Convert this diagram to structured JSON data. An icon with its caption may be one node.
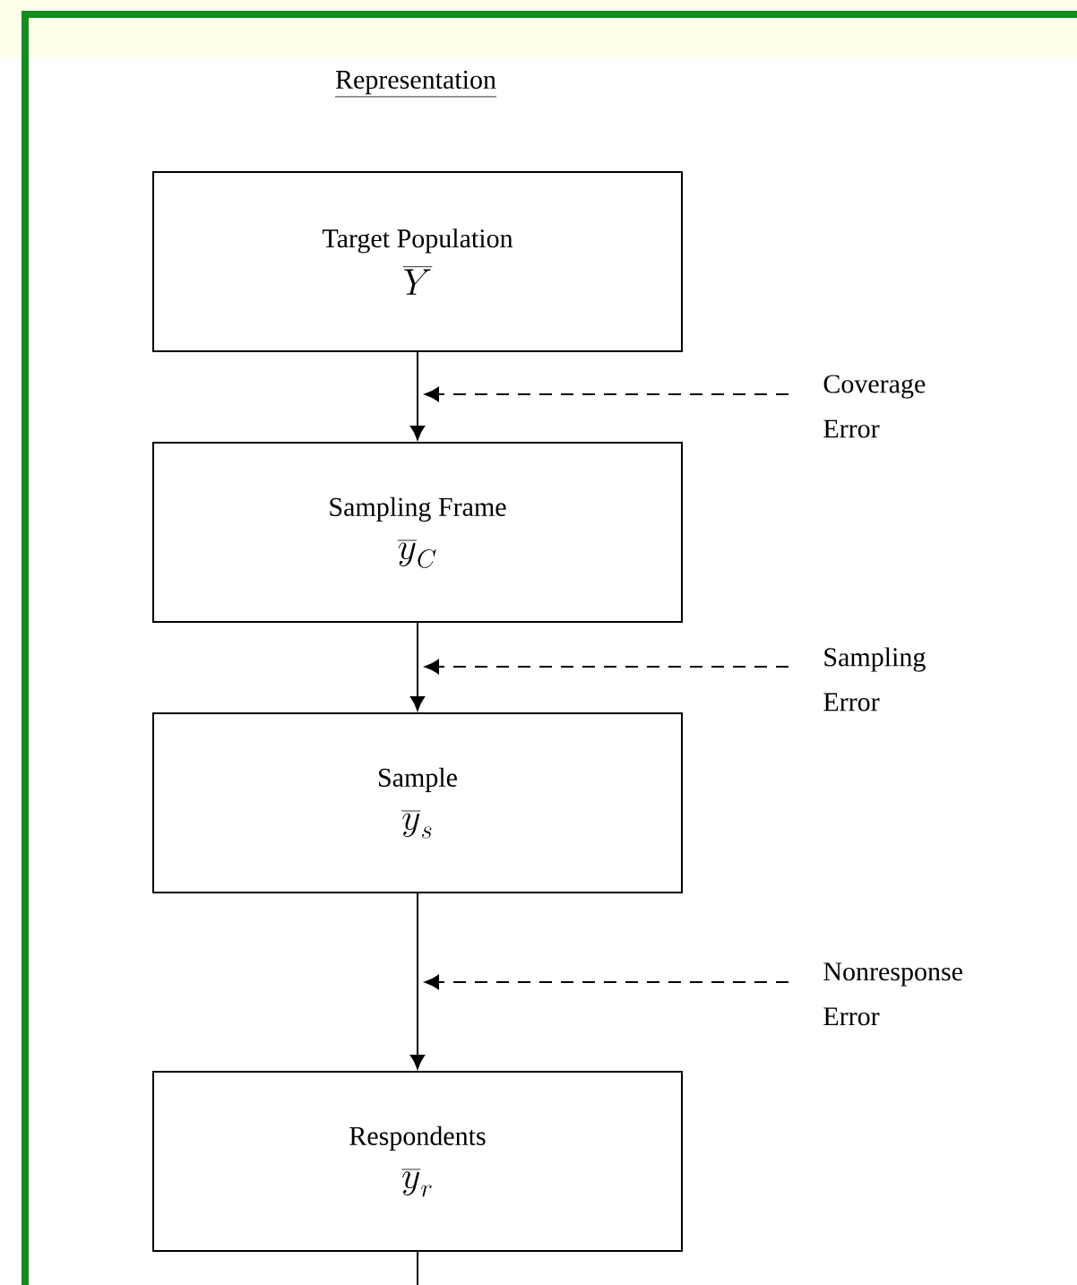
{
  "diagram": {
    "title": "Representation",
    "nodes": [
      {
        "text": [
          "Target Population",
          "\\overline{Y}"
        ]
      },
      {
        "text": [
          "Sampling Frame",
          "\\overline{y}_C"
        ]
      },
      {
        "text": [
          "Sample",
          "\\overline{y}_s"
        ]
      },
      {
        "text": [
          "Respondents",
          "\\overline{y}_r"
        ]
      },
      {
        "text": [
          "Coverage Error"
        ]
      },
      {
        "text": [
          "Sampling Error"
        ]
      },
      {
        "text": [
          "Nonresponse Error"
        ]
      }
    ],
    "edges": [
      {
        "from": 0,
        "to": 1,
        "arrow": "to"
      },
      {
        "from": 1,
        "to": 2,
        "arrow": "to"
      },
      {
        "from": 2,
        "to": 3,
        "arrow": "to"
      },
      {
        "from": 4,
        "to": null,
        "arrow": "to",
        "style": "dashed"
      },
      {
        "from": 5,
        "to": null,
        "arrow": "to",
        "style": "dashed"
      },
      {
        "from": 6,
        "to": null,
        "arrow": "to",
        "style": "dashed"
      },
      {
        "from": 3,
        "to": null,
        "arrow": "none"
      }
    ]
  }
}
